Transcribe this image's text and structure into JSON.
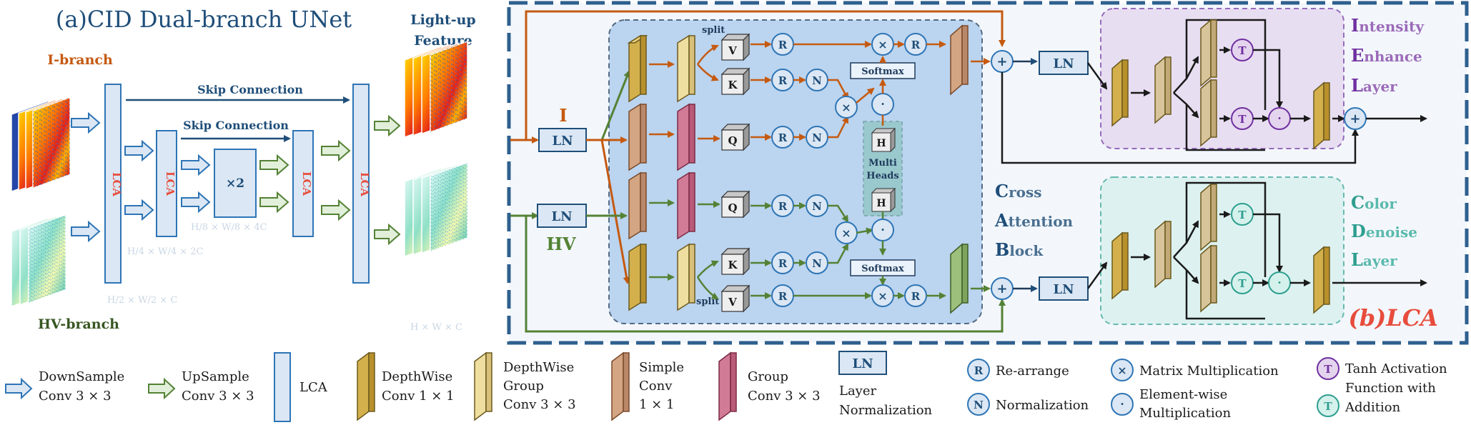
{
  "left": {
    "title": "(a)CID Dual-branch UNet",
    "i_branch": "I-branch",
    "hv_branch": "HV-branch",
    "lightup_line1": "Light-up",
    "lightup_line2": "Feature",
    "skip1": "Skip Connection",
    "skip2": "Skip Connection",
    "lca": "LCA",
    "x2": "×2",
    "dim_h2": "H/2 × W/2 × C",
    "dim_h4": "H/4 × W/4 × 2C",
    "dim_h8": "H/8 × W/8 × 4C",
    "dim_h1": "H × W × C"
  },
  "lca": {
    "label_i": "I",
    "label_hv": "HV",
    "ln": "LN",
    "split": "split",
    "v": "V",
    "k": "K",
    "q": "Q",
    "r": "R",
    "n": "N",
    "h": "H",
    "t": "T",
    "softmax": "Softmax",
    "multi1": "Multi",
    "multi2": "Heads",
    "cab1_letter": "C",
    "cab1_rest": "ross",
    "cab2_letter": "A",
    "cab2_rest": "ttention",
    "cab3_letter": "B",
    "cab3_rest": "lock",
    "iel1_letter": "I",
    "iel1_rest": "ntensity",
    "iel2_letter": "E",
    "iel2_rest": "nhance",
    "iel3_letter": "L",
    "iel3_rest": "ayer",
    "cdl1_letter": "C",
    "cdl1_rest": "olor",
    "cdl2_letter": "D",
    "cdl2_rest": "enoise",
    "cdl3_letter": "L",
    "cdl3_rest": "ayer",
    "title": "(b)LCA"
  },
  "legend": {
    "down1": "DownSample",
    "down2": "Conv 3 × 3",
    "up1": "UpSample",
    "up2": "Conv 3 × 3",
    "lca": "LCA",
    "dw1": "DepthWise",
    "dw2": "Conv 1 × 1",
    "dwg1": "DepthWise",
    "dwg2": "Group",
    "dwg3": "Conv 3 × 3",
    "sc1": "Simple",
    "sc2": "Conv",
    "sc3": "1 × 1",
    "gc1": "Group",
    "gc2": "Conv 3 × 3",
    "ln": "LN",
    "ln1": "Layer",
    "ln2": "Normalization",
    "r": "R",
    "r_label": "Re-arrange",
    "n": "N",
    "n_label": "Normalization",
    "mm_label": "Matrix Multiplication",
    "ew1": "Element-wise",
    "ew2": "Multiplication",
    "t": "T",
    "t1": "Tanh Activation",
    "t2": "Function with",
    "t3": "Addition"
  },
  "colors": {
    "navy": "#1f4e79",
    "orange": "#c55a11",
    "green": "#548235",
    "red": "#e74c3c",
    "purple": "#7030a0",
    "teal": "#2e9e8f",
    "gold": "#d4b04c",
    "tan": "#d8c49a",
    "brown": "#c9a07a",
    "pink": "#c8748e",
    "blue_fill": "#dbe7f4",
    "lca_fill": "#bdd7ee"
  }
}
